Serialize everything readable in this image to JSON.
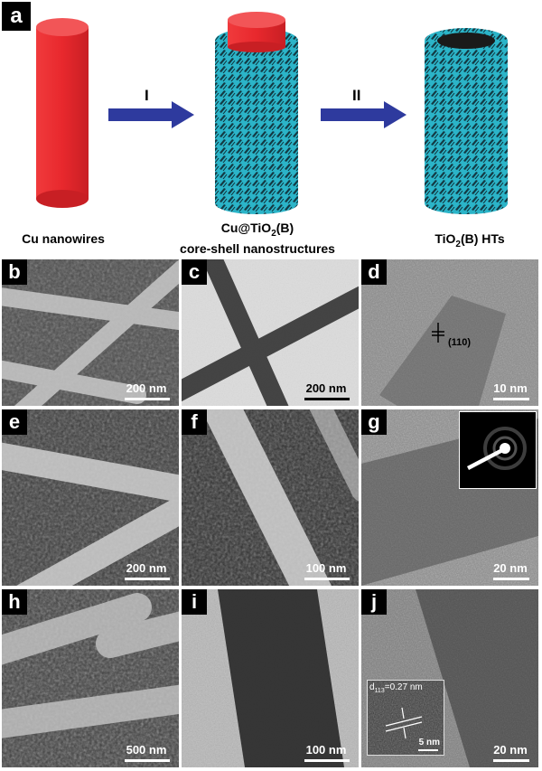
{
  "schematic": {
    "panel_label": "a",
    "step1": "I",
    "step2": "II",
    "caption_left": "Cu nanowires",
    "caption_mid_line1_pre": "Cu@TiO",
    "caption_mid_line1_sub": "2",
    "caption_mid_line1_post": "(B)",
    "caption_mid_line2": "core-shell nanostructures",
    "caption_right_pre": "TiO",
    "caption_right_sub": "2",
    "caption_right_post": "(B) HTs",
    "colors": {
      "cu": "#e8282d",
      "shell": "#2bb4c8",
      "arrow": "#2e3a9e"
    }
  },
  "panels": [
    {
      "label": "b",
      "scale": "200 nm"
    },
    {
      "label": "c",
      "scale": "200 nm"
    },
    {
      "label": "d",
      "scale": "10 nm",
      "annotation": "(110)"
    },
    {
      "label": "e",
      "scale": "200 nm"
    },
    {
      "label": "f",
      "scale": "100 nm"
    },
    {
      "label": "g",
      "scale": "20 nm"
    },
    {
      "label": "h",
      "scale": "500 nm"
    },
    {
      "label": "i",
      "scale": "100 nm"
    },
    {
      "label": "j",
      "scale": "20 nm",
      "inset_label_pre": "d",
      "inset_label_sub": "113",
      "inset_label_post": "=0.27 nm",
      "inset_scale": "5 nm"
    }
  ]
}
